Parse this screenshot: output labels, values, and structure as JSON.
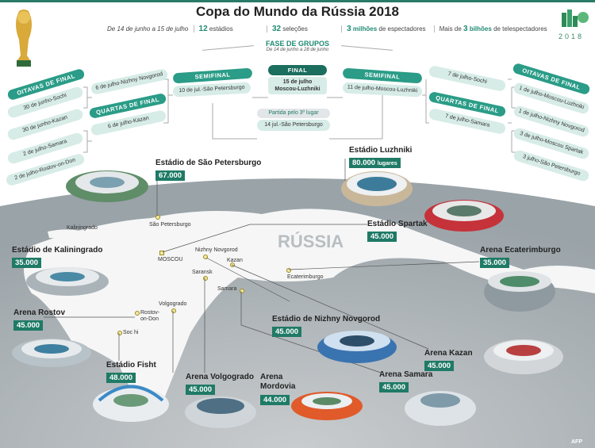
{
  "title": "Copa do Mundo da Rússia 2018",
  "stats": {
    "dates": "De 14 de junho a 15 de julho",
    "stadiums_num": "12",
    "stadiums_label": "estádios",
    "teams_num": "32",
    "teams_label": "seleções",
    "spect_num": "3",
    "spect_unit": "milhões",
    "spect_label": "de espectadores",
    "tv_pre": "Mais de",
    "tv_num": "3",
    "tv_unit": "bilhões",
    "tv_label": "de telespectadores"
  },
  "logo_year": "2018",
  "groups": {
    "title": "FASE DE GRUPOS",
    "dates": "De 14 de junho a 28 de junho"
  },
  "bracket": {
    "left_r16_header": "OITAVAS DE FINAL",
    "left_r16": [
      "30 de junho-Sochi",
      "30 de junho-Kazan",
      "2 de julho-Samara",
      "2 de julho-Rostov-on-Don"
    ],
    "left_qf_header": "QUARTAS DE FINAL",
    "left_qf": [
      "6 de julho-Nizhny Novgorod",
      "6 de julho-Kazan"
    ],
    "left_sf_header": "SEMIFINAL",
    "left_sf": "10 de jul.-São Petersburgo",
    "final_header": "FINAL",
    "final_date": "15 de julho",
    "final_place": "Moscou-Luzhniki",
    "third_header": "Partida pelo 3º lugar",
    "third": "14 jul.-São Petersburgo",
    "right_sf_header": "SEMIFINAL",
    "right_sf": "11 de julho-Moscou-Luzhniki",
    "right_qf_header": "QUARTAS DE FINAL",
    "right_qf": [
      "7 de julho-Sochi",
      "7 de julho-Samara"
    ],
    "right_r16_header": "OITAVAS DE FINAL",
    "right_r16": [
      "1 de julho-Moscou-Luzhniki",
      "1 de julho-Nizhny Novgorod",
      "3 de julho-Moscou Spartak",
      "3 julho-São Petersburgo"
    ]
  },
  "country": "RÚSSIA",
  "cities": [
    "Kaliningrado",
    "São Petersburgo",
    "MOSCOU",
    "Nizhny Novgorod",
    "Kazan",
    "Saransk",
    "Samara",
    "Volgogrado",
    "Rostov-on-Don",
    "Soc hi",
    "Ecaterimburgo"
  ],
  "stadiums": [
    {
      "name": "Estádio de São Petersburgo",
      "capacity": "67.000"
    },
    {
      "name": "Estádio Luzhniki",
      "capacity": "80.000",
      "unit": "lugares"
    },
    {
      "name": "Estádio Spartak",
      "capacity": "45.000"
    },
    {
      "name": "Estádio de Kaliningrado",
      "capacity": "35.000"
    },
    {
      "name": "Arena Ecaterimburgo",
      "capacity": "35.000"
    },
    {
      "name": "Arena Rostov",
      "capacity": "45.000"
    },
    {
      "name": "Estádio de Nizhny Novgorod",
      "capacity": "45.000"
    },
    {
      "name": "Arena Kazan",
      "capacity": "45.000"
    },
    {
      "name": "Estádio Fisht",
      "capacity": "48.000"
    },
    {
      "name": "Arena Samara",
      "capacity": "45.000"
    },
    {
      "name": "Arena Volgogrado",
      "capacity": "45.000"
    },
    {
      "name": "Arena Mordovia",
      "capacity": "44.000"
    }
  ],
  "credit": "AFP",
  "colors": {
    "accent": "#2a9c87",
    "dark": "#1f7a66",
    "pill": "#d7ece7"
  }
}
